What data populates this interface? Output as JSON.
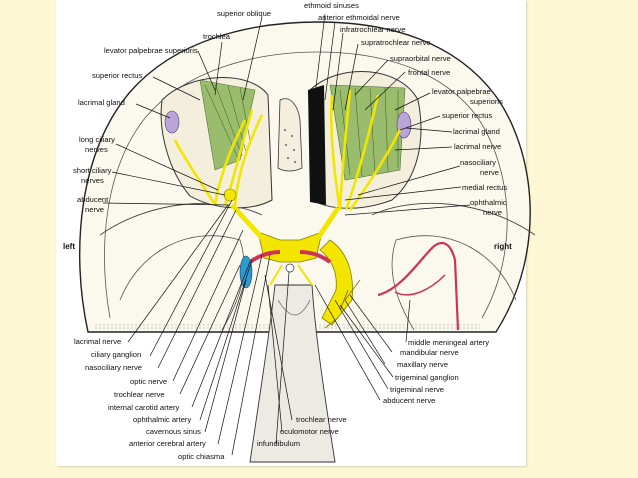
{
  "figure": {
    "side_left": "left",
    "side_right": "right",
    "top_labels": [
      "superior oblique",
      "ethmoid sinuses",
      "anterior ethmoidal nerve",
      "infratrochlear nerve",
      "supratrochlear nerve"
    ],
    "left_labels": [
      "trochlea",
      "levator palpebrae superioris",
      "superior rectus",
      "lacrimal gland",
      "long ciliary",
      "nerves",
      "short ciliary",
      "nerves",
      "abducent",
      "nerve"
    ],
    "right_labels": [
      "supraorbital nerve",
      "frontal nerve",
      "levator palpebrae",
      "superioris",
      "superior rectus",
      "lacrimal gland",
      "lacrimal nerve",
      "nasociliary",
      "nerve",
      "medial rectus",
      "ophthalmic",
      "nerve"
    ],
    "bottom_left_labels": [
      "lacrimal nerve",
      "ciliary ganglion",
      "nasociliary nerve",
      "optic nerve",
      "trochlear nerve",
      "internal carotid artery",
      "ophthalmic artery",
      "cavernous sinus",
      "anterior cerebral artery",
      "optic chiasma"
    ],
    "bottom_center_labels": [
      "trochlear nerve",
      "oculomotor nerve",
      "infundibulum"
    ],
    "bottom_right_labels": [
      "middle meningeal artery",
      "mandibular nerve",
      "maxillary nerve",
      "trigeminal ganglion",
      "trigeminal nerve",
      "abducent nerve"
    ],
    "colors": {
      "nerve": "#f2e600",
      "nerve_outline": "#8a7a00",
      "artery": "#cc3355",
      "muscle": "#8ab45a",
      "gland": "#b9a6d6",
      "sinus": "#2a9ad0",
      "orbit_fill": "#f4eedc",
      "page_background": "#fdf7d4"
    }
  }
}
